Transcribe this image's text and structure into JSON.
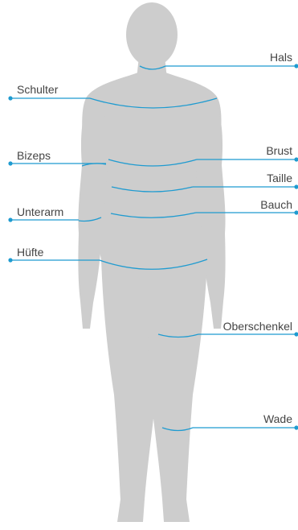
{
  "colors": {
    "body": "#cdcdcd",
    "line": "#1f9bd0",
    "text": "#444444"
  },
  "labels": {
    "neck": "Hals",
    "shoulder": "Schulter",
    "biceps": "Bizeps",
    "chest": "Brust",
    "waist": "Taille",
    "belly": "Bauch",
    "forearm": "Unterarm",
    "hip": "Hüfte",
    "thigh": "Oberschenkel",
    "calf": "Wade"
  }
}
